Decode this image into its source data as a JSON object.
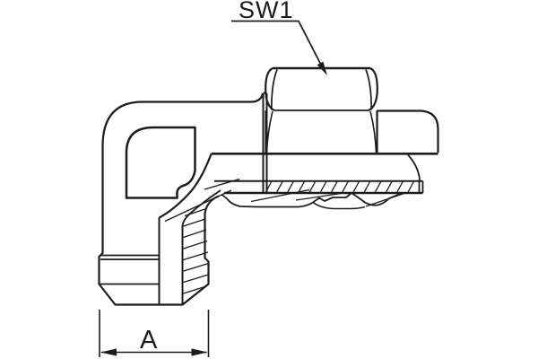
{
  "drawing": {
    "type": "technical-drawing",
    "subject": "90-degree elbow compression fitting, half section",
    "labels": {
      "sw1": "SW1",
      "a": "A"
    },
    "colors": {
      "line": "#1c1c1c",
      "background": "#ffffff"
    }
  }
}
